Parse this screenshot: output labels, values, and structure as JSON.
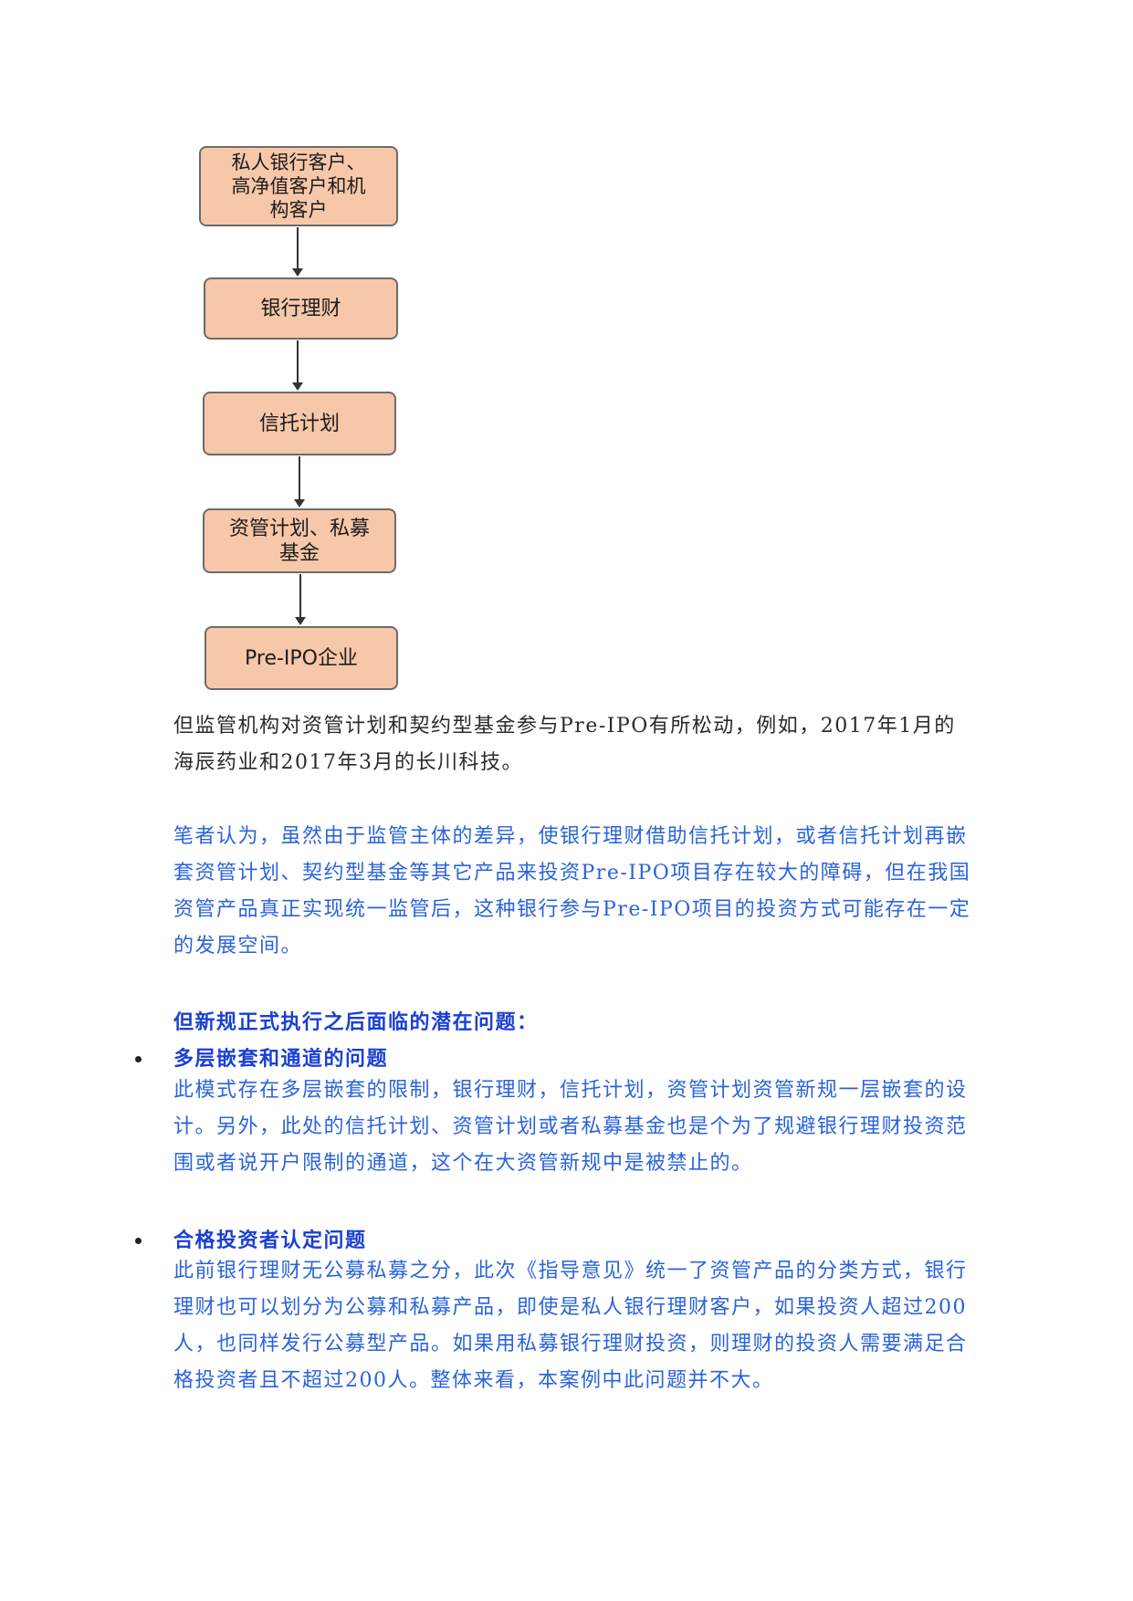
{
  "flowchart": {
    "nodes": [
      "私人银行客户、\n高净值客户和机\n构客户",
      "银行理财",
      "信托计划",
      "资管计划、私募\n基金",
      "Pre-IPO企业"
    ]
  },
  "paragraph1": "但监管机构对资管计划和契约型基金参与Pre-IPO有所松动，例如，2017年1月的海辰药业和2017年3月的长川科技。",
  "paragraph2": "笔者认为，虽然由于监管主体的差异，使银行理财借助信托计划，或者信托计划再嵌套资管计划、契约型基金等其它产品来投资Pre-IPO项目存在较大的障碍，但在我国资管产品真正实现统一监管后，这种银行参与Pre-IPO项目的投资方式可能存在一定的发展空间。",
  "section_heading": "但新规正式执行之后面临的潜在问题：",
  "issues": [
    {
      "title": "多层嵌套和通道的问题",
      "body": "此模式存在多层嵌套的限制，银行理财，信托计划，资管计划资管新规一层嵌套的设计。另外，此处的信托计划、资管计划或者私募基金也是个为了规避银行理财投资范围或者说开户限制的通道，这个在大资管新规中是被禁止的。"
    },
    {
      "title": "合格投资者认定问题",
      "body": "此前银行理财无公募私募之分，此次《指导意见》统一了资管产品的分类方式，银行理财也可以划分为公募和私募产品，即使是私人银行理财客户，如果投资人超过200人，也同样发行公募型产品。如果用私募银行理财投资，则理财的投资人需要满足合格投资者且不超过200人。整体来看，本案例中此问题并不大。"
    }
  ],
  "colors": {
    "box_fill": "#f7c7a9",
    "body_text": "#2a2a2a",
    "blue_text": "#2a63dc",
    "heading_blue": "#1a3fd6"
  }
}
